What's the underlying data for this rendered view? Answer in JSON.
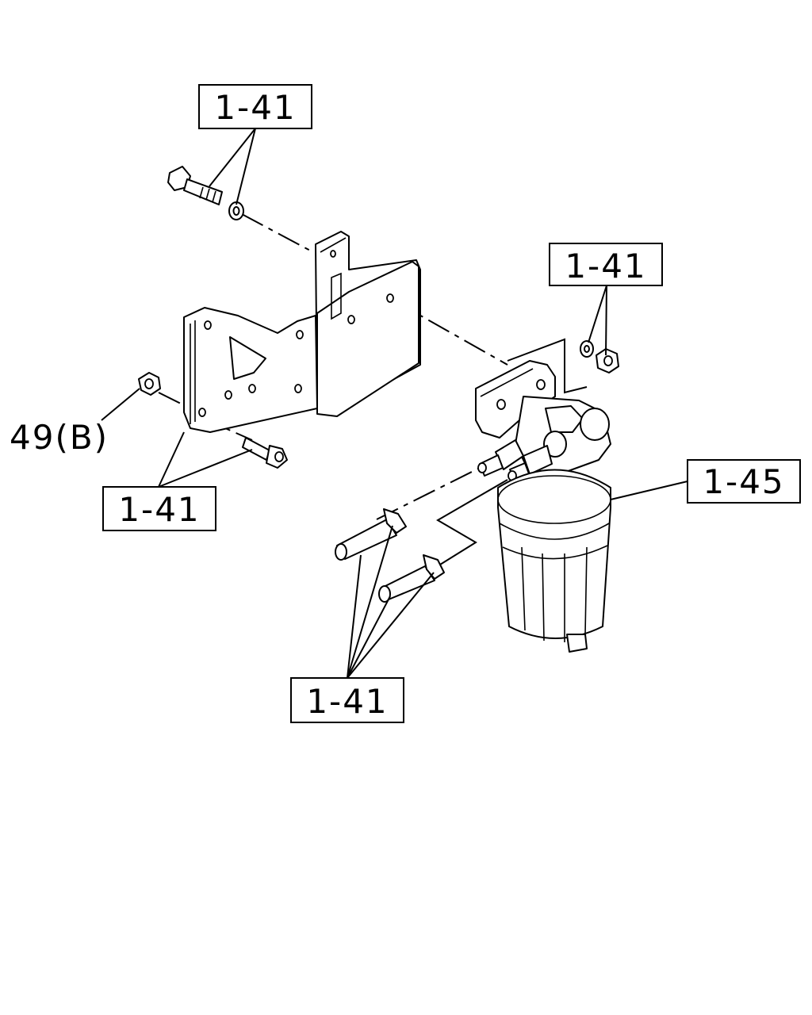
{
  "diagram": {
    "callouts": [
      {
        "id": "c1",
        "label": "1-41"
      },
      {
        "id": "c2",
        "label": "1-41"
      },
      {
        "id": "c3",
        "label": "1-41"
      },
      {
        "id": "c4",
        "label": "1-45"
      },
      {
        "id": "c5",
        "label": "1-41"
      }
    ],
    "part_label": "49(B)",
    "colors": {
      "line": "#000000",
      "background": "#ffffff"
    }
  }
}
